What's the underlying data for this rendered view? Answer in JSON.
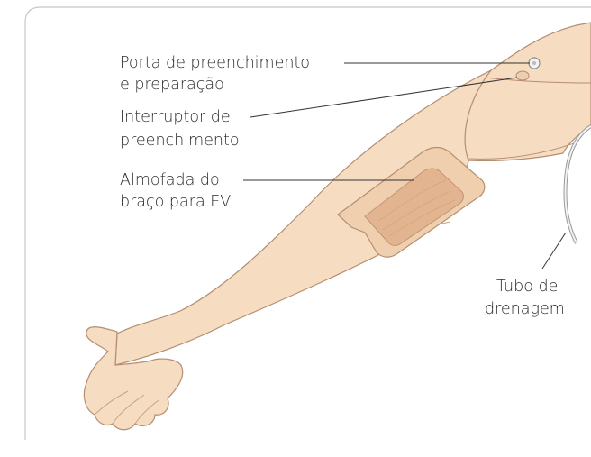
{
  "labels": {
    "fill_port_line1": "Porta de preenchimento",
    "fill_port_line2": "e preparação",
    "fill_switch_line1": "Interruptor de",
    "fill_switch_line2": "preenchimento",
    "iv_pad_line1": "Almofada do",
    "iv_pad_line2": "braço para EV",
    "drain_tube_line1": "Tubo de",
    "drain_tube_line2": "drenagem"
  },
  "colors": {
    "skin": "#f6dcc0",
    "skin_shadow": "#e9c7a6",
    "outline": "#b58e72",
    "pad_fill": "#e6bd99",
    "pad_inner": "#d9a887",
    "frame": "#c8c8c8",
    "leader": "#333333"
  }
}
